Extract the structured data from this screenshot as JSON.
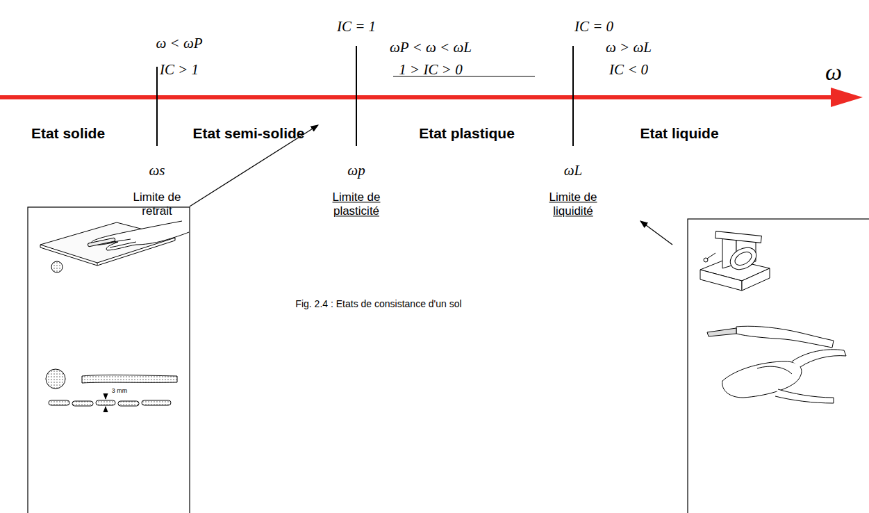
{
  "diagram": {
    "caption": "Fig. 2.4 : Etats de consistance d'un sol",
    "labels": [
      "ω < ωP",
      "IC > 1",
      "IC = 1",
      "ωP < ω < ωL",
      "1 > IC > 0",
      "IC = 0",
      "ω > ωL",
      "IC < 0",
      "ω",
      "Etat solide",
      "Etat semi-solide",
      "Etat plastique",
      "Etat liquide",
      "ωs",
      "Limite de retrait",
      "ωp",
      "Limite de plasticité",
      "ωL",
      "Limite de liquidité",
      "3 mm"
    ]
  }
}
